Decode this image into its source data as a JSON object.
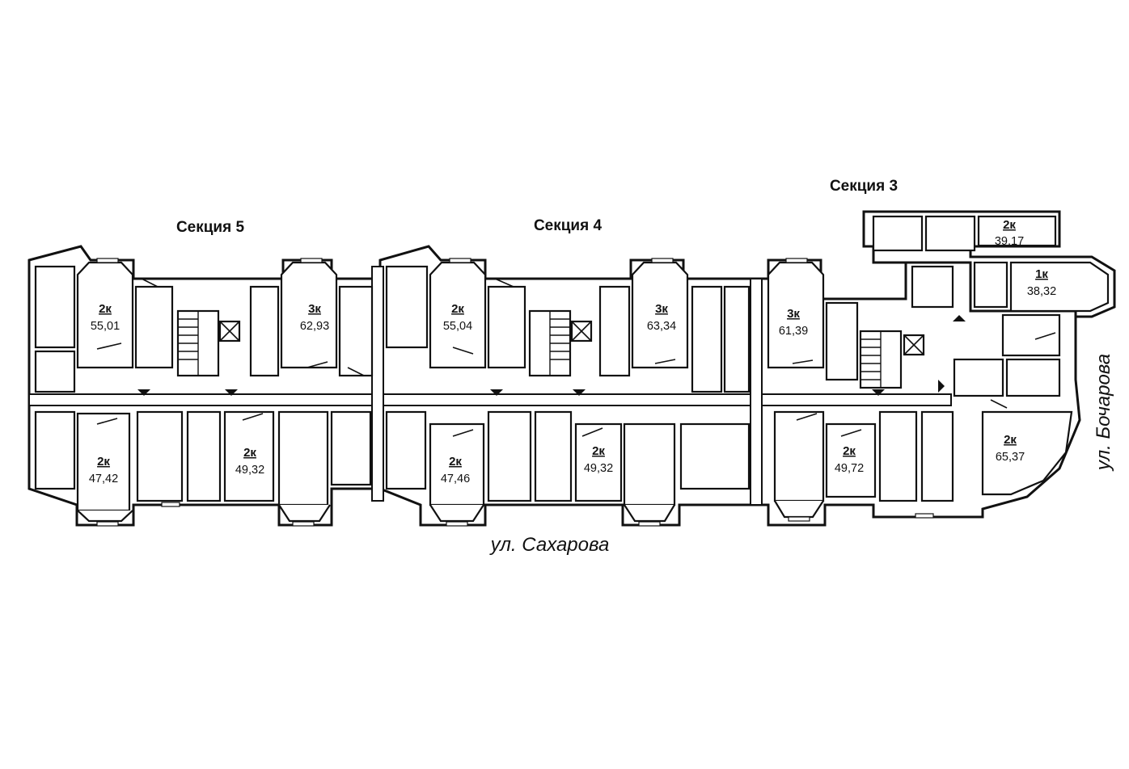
{
  "sections": [
    {
      "id": "s5",
      "title": "Секция 5"
    },
    {
      "id": "s4",
      "title": "Секция 4"
    },
    {
      "id": "s3",
      "title": "Секция 3"
    }
  ],
  "apartments": [
    {
      "id": "a1",
      "type": "2к",
      "area": "55,01"
    },
    {
      "id": "a2",
      "type": "3к",
      "area": "62,93"
    },
    {
      "id": "a3",
      "type": "2к",
      "area": "55,04"
    },
    {
      "id": "a4",
      "type": "3к",
      "area": "63,34"
    },
    {
      "id": "a5",
      "type": "3к",
      "area": "61,39"
    },
    {
      "id": "a6",
      "type": "2к",
      "area": "39,17"
    },
    {
      "id": "a7",
      "type": "1к",
      "area": "38,32"
    },
    {
      "id": "a8",
      "type": "2к",
      "area": "47,42"
    },
    {
      "id": "a9",
      "type": "2к",
      "area": "49,32"
    },
    {
      "id": "a10",
      "type": "2к",
      "area": "47,46"
    },
    {
      "id": "a11",
      "type": "2к",
      "area": "49,32"
    },
    {
      "id": "a12",
      "type": "2к",
      "area": "49,72"
    },
    {
      "id": "a13",
      "type": "2к",
      "area": "65,37"
    }
  ],
  "streets": {
    "south": "ул. Сахарова",
    "east": "ул. Бочарова"
  }
}
